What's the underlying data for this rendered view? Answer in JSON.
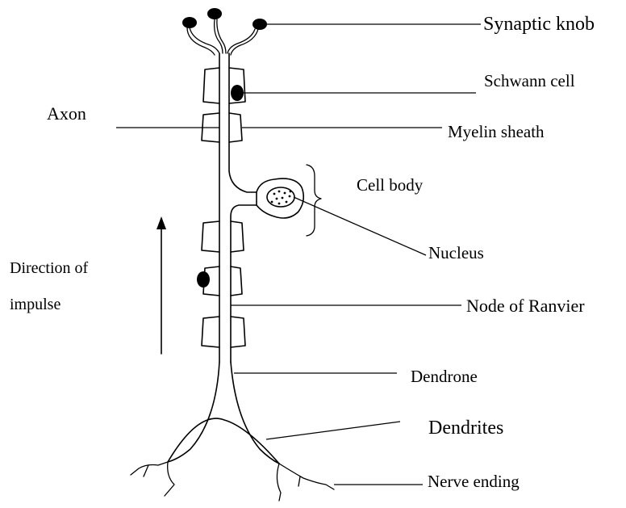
{
  "labels": {
    "synaptic_knob": "Synaptic knob",
    "schwann_cell": "Schwann cell",
    "axon": "Axon",
    "myelin_sheath": "Myelin sheath",
    "cell_body": "Cell body",
    "nucleus": "Nucleus",
    "direction_line1": "Direction of",
    "direction_line2": "impulse",
    "node_of_ranvier": "Node of Ranvier",
    "dendrone": "Dendrone",
    "dendrites": "Dendrites",
    "nerve_ending": "Nerve ending"
  }
}
